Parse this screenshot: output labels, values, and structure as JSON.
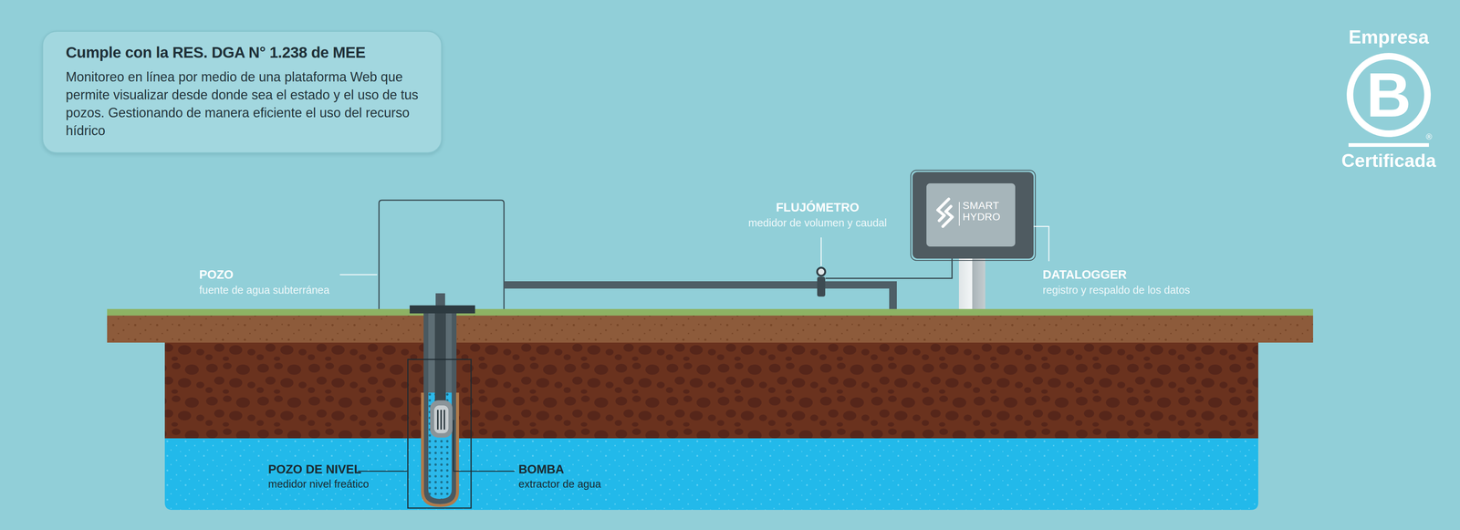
{
  "diagram": {
    "nodes": [
      {
        "text": [
          "Cumple con la RES. DGA N° 1.238 de MEE",
          "Monitoreo en línea por medio de una plataforma Web que permite visualizar desde donde sea el estado y el uso de tus pozos. Gestionando de manera eficiente el uso del recurso hídrico"
        ]
      },
      {
        "text": [
          "SMART HYDRO"
        ]
      }
    ],
    "labels": [
      "POZO",
      "fuente de agua subterránea",
      "FLUJÓMETRO",
      "medidor de volumen y caudal",
      "DATALOGGER",
      "registro y respaldo de los datos",
      "POZO DE NIVEL",
      "medidor nivel freático",
      "BOMBA",
      "extractor de agua",
      "Empresa",
      "B",
      "®",
      "Certificada"
    ]
  }
}
